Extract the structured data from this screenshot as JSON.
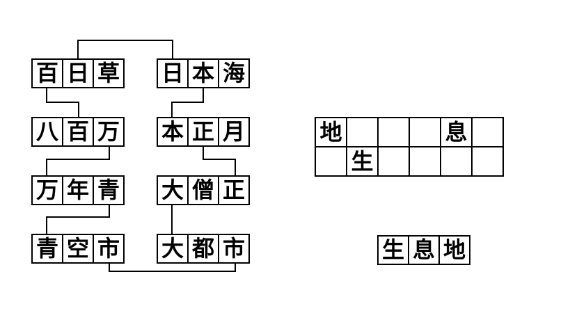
{
  "colors": {
    "background": "#ffffff",
    "line": "#000000",
    "text": "#000000"
  },
  "chain_puzzle": {
    "words": [
      {
        "chars": [
          "百",
          "日",
          "草"
        ]
      },
      {
        "chars": [
          "日",
          "本",
          "海"
        ]
      },
      {
        "chars": [
          "八",
          "百",
          "万"
        ]
      },
      {
        "chars": [
          "本",
          "正",
          "月"
        ]
      },
      {
        "chars": [
          "万",
          "年",
          "青"
        ]
      },
      {
        "chars": [
          "大",
          "僧",
          "正"
        ]
      },
      {
        "chars": [
          "青",
          "空",
          "市"
        ]
      },
      {
        "chars": [
          "大",
          "都",
          "市"
        ]
      }
    ],
    "connections": [
      {
        "from": "百日草:日",
        "to": "日本海:日"
      },
      {
        "from": "百日草:百",
        "to": "八百万:百"
      },
      {
        "from": "日本海:本",
        "to": "本正月:本"
      },
      {
        "from": "八百万:万",
        "to": "万年青:万"
      },
      {
        "from": "本正月:正",
        "to": "大僧正:正"
      },
      {
        "from": "万年青:青",
        "to": "青空市:青"
      },
      {
        "from": "大僧正:大",
        "to": "大都市:大"
      },
      {
        "from": "青空市:市",
        "to": "大都市:市"
      }
    ]
  },
  "answer_grid": {
    "rows": [
      [
        "地",
        "",
        "",
        "",
        "息",
        ""
      ],
      [
        "",
        "生",
        "",
        "",
        "",
        ""
      ]
    ]
  },
  "answer_word": {
    "chars": [
      "生",
      "息",
      "地"
    ]
  }
}
